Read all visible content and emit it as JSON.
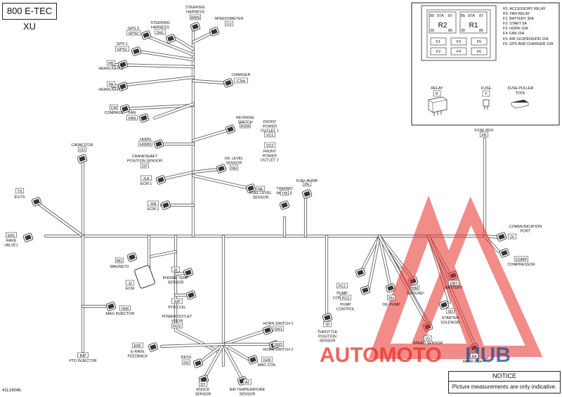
{
  "title": "800 E-TEC XU",
  "figure_code": "41L1604b",
  "notice": {
    "heading": "NOTICE",
    "text": "Picture measurements are only indicative."
  },
  "fuse_box": {
    "relays": [
      {
        "label": "R2",
        "pins": [
          "85",
          "87A",
          "87",
          "30",
          "86"
        ]
      },
      {
        "label": "R1",
        "pins": [
          "85",
          "87A",
          "87",
          "30",
          "86"
        ]
      }
    ],
    "fuses": [
      "F1",
      "F3",
      "F5",
      "F2",
      "F4",
      "F6"
    ],
    "legend": [
      "R1: ACCESSORY RELAY",
      "R2: FAN RELAY",
      "F1: BATTERY 30A",
      "F2: START 5A",
      "F3: HORN 10A",
      "F4: FAN 15A",
      "F5: AIR SUSPENSION 15A",
      "F6: GPS AND CHARGER 10A"
    ],
    "relay_key": {
      "name": "RELAY",
      "code": "R"
    },
    "fuse_key": {
      "name": "FUSE",
      "code": "F"
    },
    "puller_key": {
      "name": [
        "FUSE PULLER",
        "TOOL"
      ]
    }
  },
  "connectors": [
    {
      "id": "wms",
      "code": "WMS",
      "label": [
        "STEERING",
        "HARNESS"
      ]
    },
    {
      "id": "cv",
      "code": "CV",
      "label": [
        "SPEEDOMETER"
      ]
    },
    {
      "id": "sh1",
      "code": "SH1",
      "label": [
        "STEERING",
        "HARNESS"
      ]
    },
    {
      "id": "gps2",
      "code": "GPS2",
      "label": [
        "GPS 2"
      ]
    },
    {
      "id": "gps1",
      "code": "GPS1",
      "label": [
        "GPS 1"
      ]
    },
    {
      "id": "pb",
      "code": "PB",
      "label": [
        "HEADLIGHT 2"
      ]
    },
    {
      "id": "pa",
      "code": "PA",
      "label": [
        "HEADLIGHT 1"
      ]
    },
    {
      "id": "ctek",
      "code": "CTek",
      "label": [
        "CHARGER"
      ]
    },
    {
      "id": "cm",
      "code": "CM",
      "label": [
        "COMPASS"
      ]
    },
    {
      "id": "fan",
      "code": "FAN",
      "label": [
        "FAN"
      ]
    },
    {
      "id": "rsw",
      "code": "RSW",
      "label": [
        "REVERSE",
        "SWITCH"
      ]
    },
    {
      "id": "vc1",
      "code": "VC1",
      "label": [
        "FRONT",
        "POWER",
        "OUTLET 1"
      ]
    },
    {
      "id": "vc2",
      "code": "VC2",
      "label": [
        "FRONT",
        "POWER",
        "OUTLET 2"
      ]
    },
    {
      "id": "horn",
      "code": "HORN",
      "label": [
        "HORN"
      ]
    },
    {
      "id": "cp",
      "code": "CP",
      "label": [
        "CRANKSHAFT",
        "POSITION SENSOR"
      ]
    },
    {
      "id": "nh",
      "code": "NH",
      "label": [
        "OIL LEVEL",
        "SENSOR"
      ]
    },
    {
      "id": "cd",
      "code": "CD",
      "label": [
        "CAPACITOR"
      ]
    },
    {
      "id": "j1a",
      "code": "J1A",
      "label": [
        "ECM 1"
      ]
    },
    {
      "id": "ne",
      "code": "NE",
      "label": [
        "FUEL LEVEL",
        "SENSOR"
      ]
    },
    {
      "id": "tm",
      "code": "TM",
      "label": [
        "THERMO",
        "MODULE"
      ]
    },
    {
      "id": "pe",
      "code": "PE",
      "label": [
        "FUEL PUMP"
      ]
    },
    {
      "id": "ts",
      "code": "TS",
      "label": [
        "EGTS"
      ]
    },
    {
      "id": "j1b",
      "code": "J1B",
      "label": [
        "ECM 2"
      ]
    },
    {
      "id": "fb",
      "code": "FB",
      "label": [
        "FUSE BOX"
      ]
    },
    {
      "id": "er1",
      "code": "ER1",
      "label": [
        "RAVE",
        "VALVE1"
      ]
    },
    {
      "id": "di",
      "code": "DI",
      "label": [
        "COMMUNICATION",
        "PORT"
      ]
    },
    {
      "id": "mo",
      "code": "MO",
      "label": [
        "MAGNETO"
      ]
    },
    {
      "id": "comp",
      "code": "COMP",
      "label": [
        "COMPRESSOR"
      ]
    },
    {
      "id": "j2",
      "code": "J2",
      "label": [
        "ECM"
      ]
    },
    {
      "id": "ei",
      "code": "EI",
      "label": [
        "ENGINE TEMP",
        "SENSOR"
      ]
    },
    {
      "id": "pc1",
      "code": "PC1",
      "label": [
        "PUMP",
        "CONTROL"
      ]
    },
    {
      "id": "pc2",
      "code": "PC2",
      "label": [
        "PUMP",
        "CONTROL"
      ]
    },
    {
      "id": "bm",
      "code": "BM",
      "label": [
        "GROUND"
      ]
    },
    {
      "id": "dbt",
      "code": "DBT",
      "label": [
        "BATTERY"
      ]
    },
    {
      "id": "ph",
      "code": "PH",
      "label": [
        "OIL PUMP"
      ]
    },
    {
      "id": "igp",
      "code": "IGP",
      "label": [
        "PTO COIL"
      ]
    },
    {
      "id": "inm",
      "code": "INM",
      "label": [
        "MAG INJECTOR"
      ]
    },
    {
      "id": "sd",
      "code": "SD",
      "label": [
        "STARTER",
        "SOLENOID"
      ]
    },
    {
      "id": "tp",
      "code": "TP",
      "label": [
        "THROTTLE",
        "POSITION",
        "SENSOR"
      ]
    },
    {
      "id": "pov",
      "code": "POV",
      "label": [
        "POWER OUTLET",
        "VISOR"
      ]
    },
    {
      "id": "sw1",
      "code": "SW1",
      "label": [
        "HORN SWITCH 1"
      ]
    },
    {
      "id": "vv",
      "code": "VV",
      "label": [
        "SPEED SENSOR"
      ]
    },
    {
      "id": "erf",
      "code": "ERF",
      "label": [
        "E-RAVE",
        "FEEDBACK"
      ]
    },
    {
      "id": "sw2",
      "code": "SW2",
      "label": [
        "HORN SWITCH 2"
      ]
    },
    {
      "id": "inp",
      "code": "INP",
      "label": [
        "PTO INJECTOR"
      ]
    },
    {
      "id": "ds",
      "code": "DS",
      "label": [
        "DESS"
      ]
    },
    {
      "id": "igm",
      "code": "IGM",
      "label": [
        "MAG COIL"
      ]
    },
    {
      "id": "ba",
      "code": "BA",
      "label": [
        "REAR LIGHT"
      ]
    },
    {
      "id": "dt",
      "code": "DT",
      "label": [
        "KNOCK",
        "SENSOR"
      ]
    },
    {
      "id": "at",
      "code": "AT",
      "label": [
        "AIR TEMPERATURE",
        "SENSOR"
      ]
    }
  ],
  "watermark": {
    "text_a": "AUTOMOTO",
    "text_b": "HUB",
    "color_a": "#e8302a",
    "color_b": "#1d4e8f"
  }
}
